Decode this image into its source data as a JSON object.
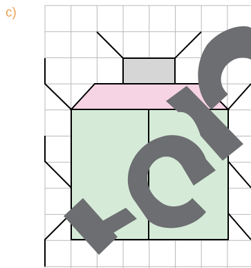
{
  "question_label": "c)",
  "diagram": {
    "grid_columns": 13,
    "grid_rows": 15,
    "colors": {
      "grid": "#b8b8b8",
      "outline": "#000000",
      "head_fill": "#d6d6d6",
      "shoulder_fill": "#f7d4e4",
      "body_fill": "#d5ebd8",
      "watermark": "#6d6e71"
    },
    "watermark_letters": [
      "t",
      "e",
      "r",
      "c"
    ]
  }
}
